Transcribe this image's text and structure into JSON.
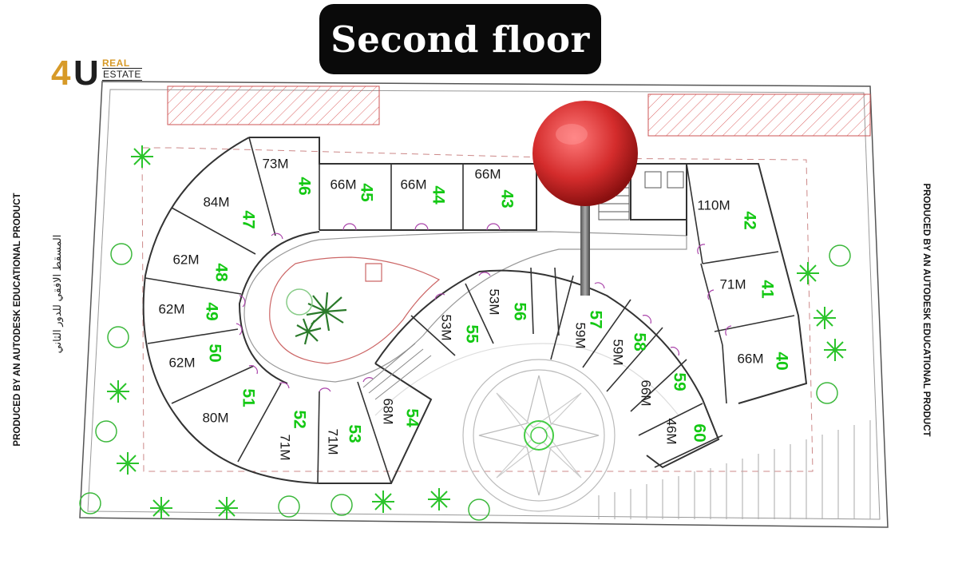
{
  "title": "Second floor",
  "logo": {
    "number": "4",
    "letter": "U",
    "real": "REAL",
    "estate": "ESTATE"
  },
  "watermark": "PRODUCED BY AN AUTODESK EDUCATIONAL PRODUCT",
  "arabic_caption": "المسقط الافقي للدور الثاني",
  "colors": {
    "unit_number": "#14c814",
    "area_text": "#1a1a1a",
    "line": "#333333",
    "pin_head": "#d42c2c"
  },
  "units": [
    {
      "no": "40",
      "area": "66M"
    },
    {
      "no": "41",
      "area": "71M"
    },
    {
      "no": "42",
      "area": "110M"
    },
    {
      "no": "43",
      "area": "66M"
    },
    {
      "no": "44",
      "area": "66M"
    },
    {
      "no": "45",
      "area": "66M"
    },
    {
      "no": "46",
      "area": "73M"
    },
    {
      "no": "47",
      "area": "84M"
    },
    {
      "no": "48",
      "area": "62M"
    },
    {
      "no": "49",
      "area": "62M"
    },
    {
      "no": "50",
      "area": "62M"
    },
    {
      "no": "51",
      "area": "80M"
    },
    {
      "no": "52",
      "area": "71M"
    },
    {
      "no": "53",
      "area": "71M"
    },
    {
      "no": "54",
      "area": "68M"
    },
    {
      "no": "55",
      "area": "53M"
    },
    {
      "no": "56",
      "area": "53M"
    },
    {
      "no": "57",
      "area": "59M"
    },
    {
      "no": "58",
      "area": "59M"
    },
    {
      "no": "59",
      "area": "66M"
    },
    {
      "no": "60",
      "area": "46M"
    }
  ]
}
